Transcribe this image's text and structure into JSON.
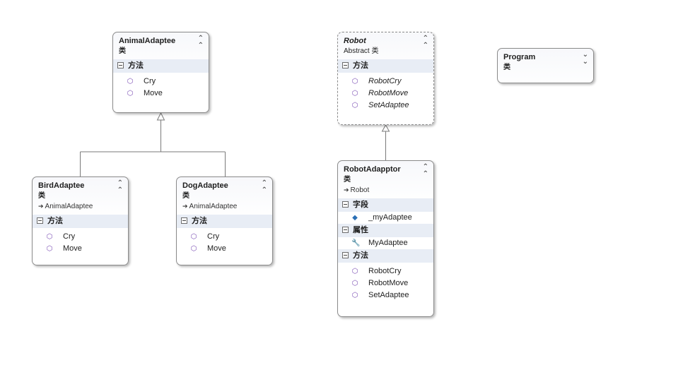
{
  "classes": {
    "animal": {
      "name": "AnimalAdaptee",
      "kind": "类",
      "sections": [
        {
          "label": "方法",
          "members": [
            "Cry",
            "Move"
          ]
        }
      ]
    },
    "bird": {
      "name": "BirdAdaptee",
      "kind": "类",
      "base": "AnimalAdaptee",
      "sections": [
        {
          "label": "方法",
          "members": [
            "Cry",
            "Move"
          ]
        }
      ]
    },
    "dog": {
      "name": "DogAdaptee",
      "kind": "类",
      "base": "AnimalAdaptee",
      "sections": [
        {
          "label": "方法",
          "members": [
            "Cry",
            "Move"
          ]
        }
      ]
    },
    "robot": {
      "name": "Robot",
      "kind": "Abstract 类",
      "sections": [
        {
          "label": "方法",
          "members": [
            "RobotCry",
            "RobotMove",
            "SetAdaptee"
          ]
        }
      ]
    },
    "adaptor": {
      "name": "RobotAdapptor",
      "kind": "类",
      "base": "Robot",
      "sections": [
        {
          "label": "字段",
          "members": [
            "_myAdaptee"
          ]
        },
        {
          "label": "属性",
          "members": [
            "MyAdaptee"
          ]
        },
        {
          "label": "方法",
          "members": [
            "RobotCry",
            "RobotMove",
            "SetAdaptee"
          ]
        }
      ]
    },
    "program": {
      "name": "Program",
      "kind": "类"
    }
  },
  "icons": {
    "method": "method-cube-icon",
    "field": "field-icon",
    "property": "property-wrench-icon",
    "collapse": "collapse-chevron-icon",
    "expand": "expand-chevron-icon",
    "inherit": "inherit-arrow-icon"
  },
  "colors": {
    "border": "#8b8b8b",
    "section": "#e8edf5",
    "method_icon": "#7b4fb4",
    "line": "#7a7a7a"
  }
}
